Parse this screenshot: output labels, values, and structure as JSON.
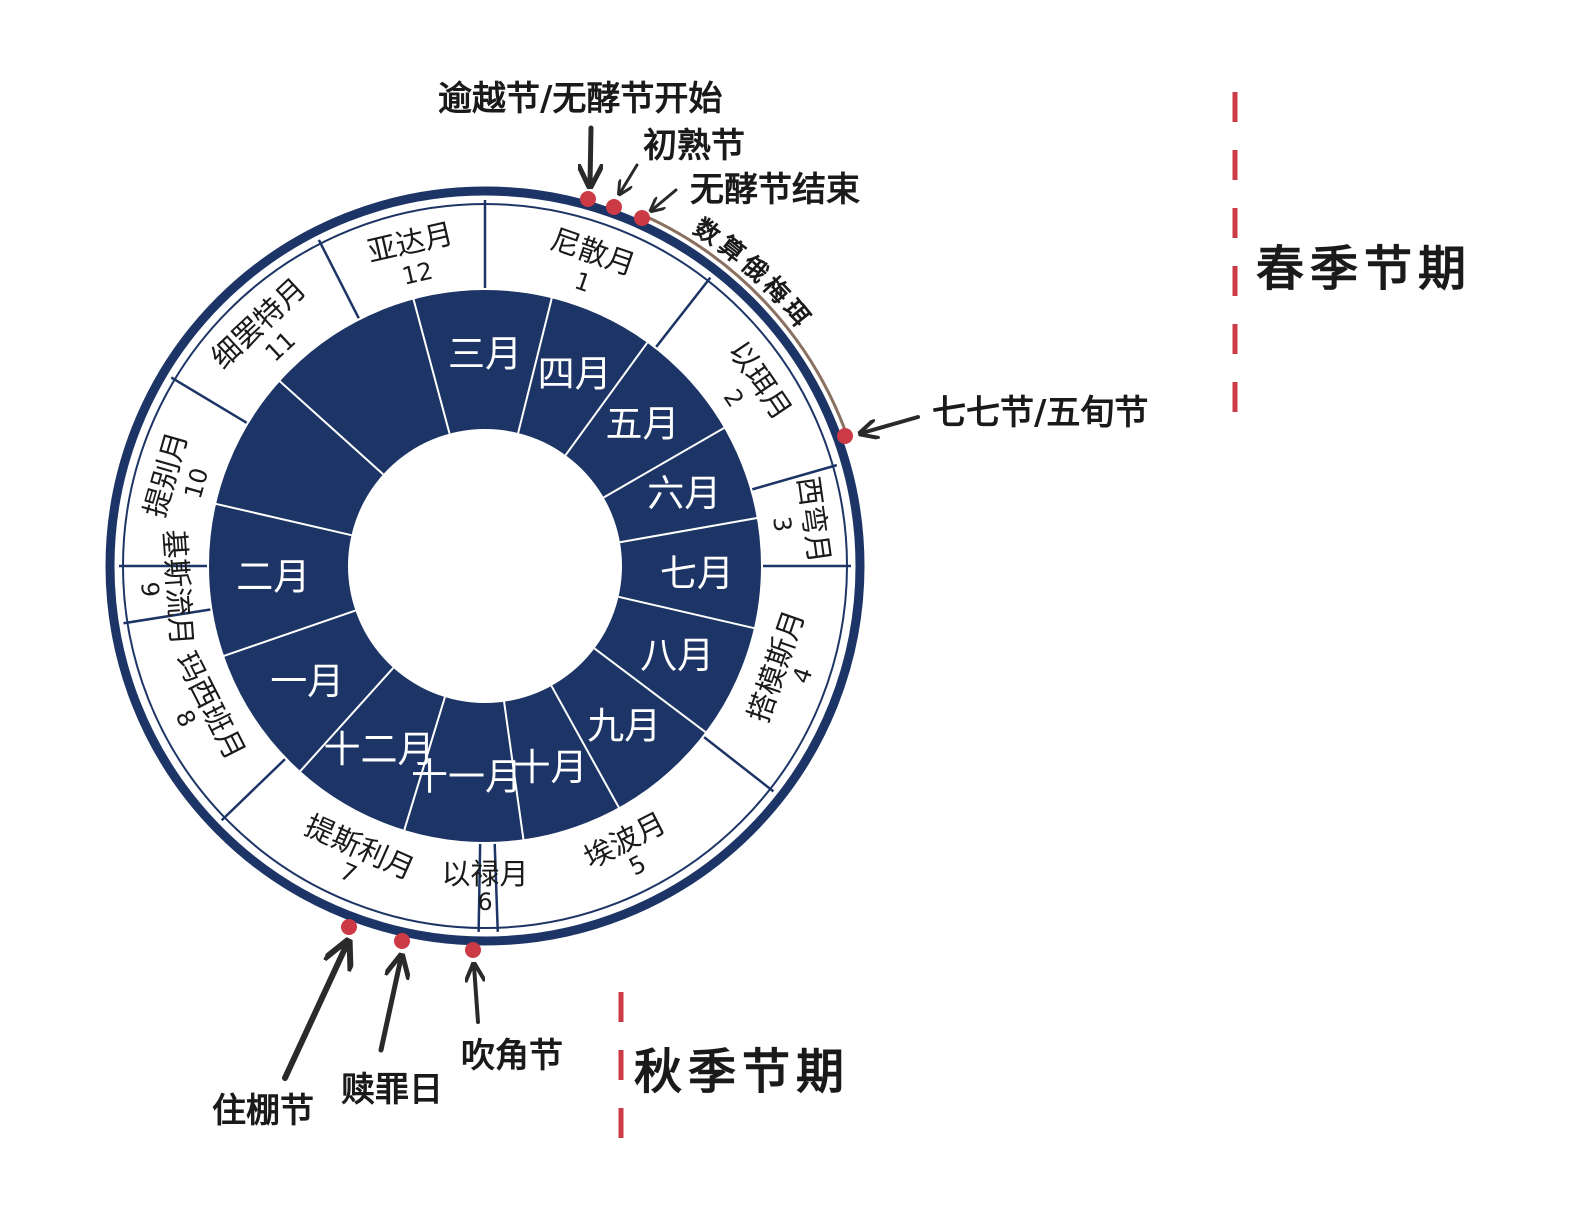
{
  "colors": {
    "navy": "#1d3566",
    "ring_line": "#1d3566",
    "festival_dot": "#cc3a45",
    "season_dash": "#cc3a45",
    "white": "#ffffff"
  },
  "outer_months": [
    {
      "name": "尼散月",
      "num": "1"
    },
    {
      "name": "以珥月",
      "num": "2"
    },
    {
      "name": "西弯月",
      "num": "3"
    },
    {
      "name": "搭模斯月",
      "num": "4"
    },
    {
      "name": "埃波月",
      "num": "5"
    },
    {
      "name": "以禄月",
      "num": "6"
    },
    {
      "name": "提斯利月",
      "num": "7"
    },
    {
      "name": "玛西班月",
      "num": "8"
    },
    {
      "name": "基斯流月",
      "num": "9"
    },
    {
      "name": "提别月",
      "num": "10"
    },
    {
      "name": "细罢特月",
      "num": "11"
    },
    {
      "name": "亚达月",
      "num": "12"
    }
  ],
  "inner_months": [
    "三月",
    "四月",
    "五月",
    "六月",
    "七月",
    "八月",
    "九月",
    "十月",
    "十一月",
    "十二月",
    "一月",
    "二月"
  ],
  "omer_label": "数算俄梅珥",
  "festivals": {
    "passover": "逾越节/无酵节开始",
    "firstfruits": "初熟节",
    "unleavened_end": "无酵节结束",
    "pentecost": "七七节/五旬节",
    "trumpets": "吹角节",
    "atonement": "赎罪日",
    "tabernacles": "住棚节"
  },
  "seasons": {
    "spring": "春季节期",
    "autumn": "秋季节期"
  },
  "icons": [
    "festival-dot",
    "arrow-icon",
    "season-dash-line"
  ]
}
